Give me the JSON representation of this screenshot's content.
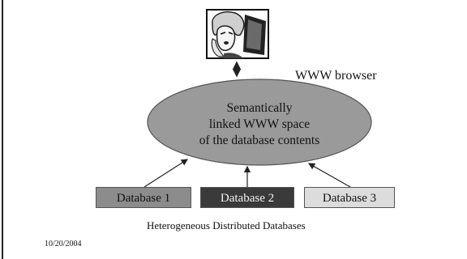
{
  "browser_label": "WWW browser",
  "ellipse_lines": [
    "Semantically",
    "linked WWW space",
    "of the database contents"
  ],
  "databases": [
    {
      "label": "Database 1",
      "color": "#8c8c8c"
    },
    {
      "label": "Database 2",
      "color": "#3a3a3a"
    },
    {
      "label": "Database 3",
      "color": "#dcdcdc"
    }
  ],
  "caption": "Heterogeneous Distributed Databases",
  "date": "10/20/2004",
  "browser_icon": "person-at-computer-illustration-icon"
}
